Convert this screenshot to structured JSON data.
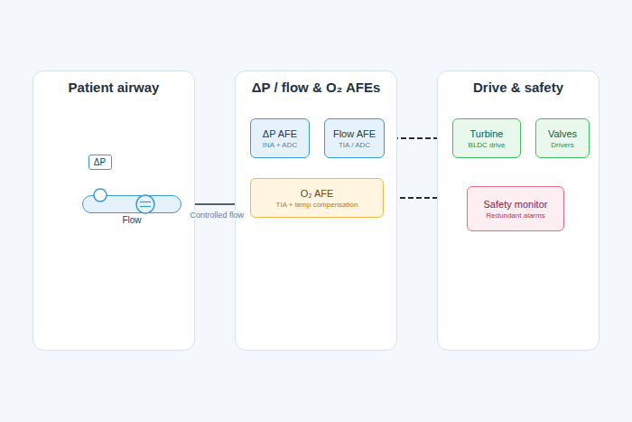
{
  "diagram": {
    "nodes": [
      {
        "text": [
          "Patient airway"
        ]
      },
      {
        "text": [
          "ΔP"
        ],
        "in": 0
      },
      {
        "text": [
          "Flow"
        ],
        "in": 0
      },
      {
        "text": [
          "ΔP / flow & O₂ AFEs"
        ]
      },
      {
        "text": [
          "ΔP AFE",
          "INA + ADC"
        ],
        "in": 3
      },
      {
        "text": [
          "Flow AFE",
          "TIA / ADC"
        ],
        "in": 3
      },
      {
        "text": [
          "O₂ AFE",
          "TIA + temp compensation"
        ],
        "in": 3
      },
      {
        "text": [
          "Drive & safety"
        ]
      },
      {
        "text": [
          "Turbine",
          "BLDC drive"
        ],
        "in": 7
      },
      {
        "text": [
          "Valves",
          "Drivers"
        ],
        "in": 7
      },
      {
        "text": [
          "Safety monitor",
          "Redundant alarms"
        ],
        "in": 7
      }
    ],
    "edges": [
      {
        "from": 2,
        "to": 6,
        "arrow": "to",
        "label": "Controlled flow"
      },
      {
        "from": 5,
        "to": 8,
        "arrow": "none"
      },
      {
        "from": 6,
        "to": 10,
        "arrow": "none"
      }
    ]
  }
}
